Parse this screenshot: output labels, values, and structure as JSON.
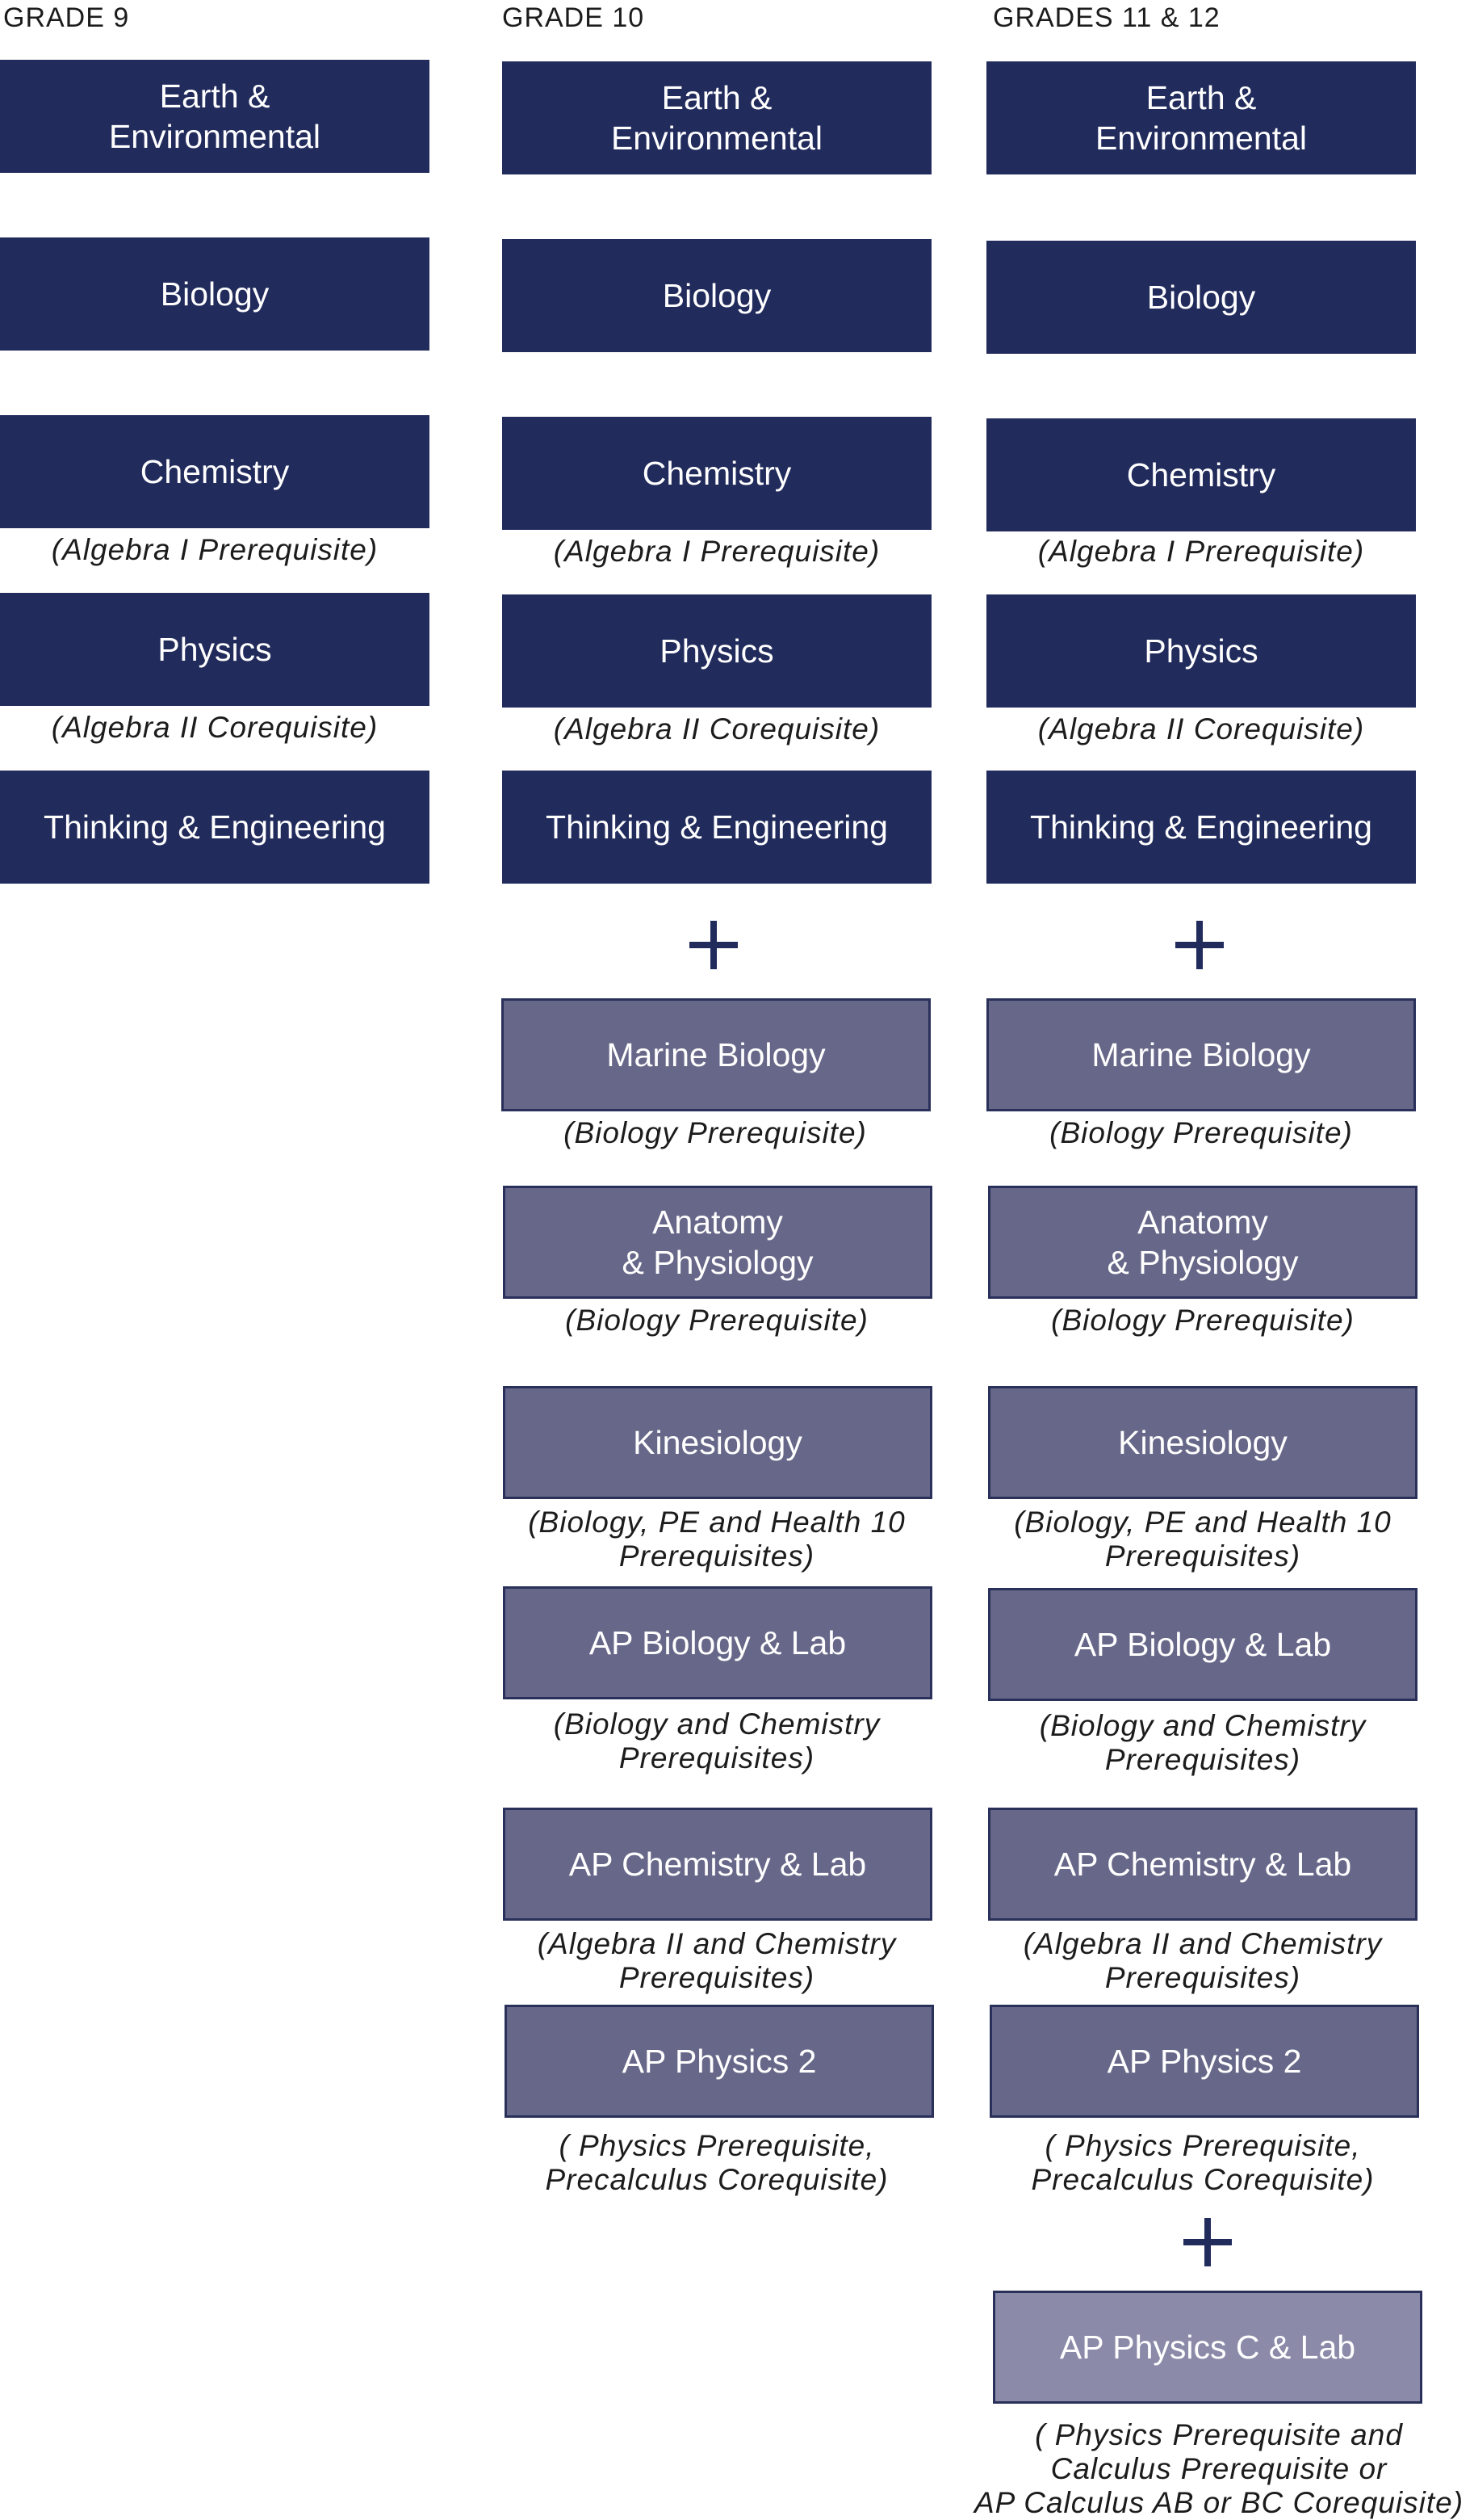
{
  "headers": {
    "g9": "GRADE 9",
    "g10": "GRADE 10",
    "g1112": "GRADES 11 & 12"
  },
  "core": {
    "earth": "Earth &\nEnvironmental",
    "biology": "Biology",
    "chemistry": "Chemistry",
    "physics": "Physics",
    "thinking": "Thinking & Engineering"
  },
  "electives": {
    "marine": "Marine Biology",
    "anatomy": "Anatomy\n& Physiology",
    "kinesiology": "Kinesiology",
    "ap_bio": "AP Biology & Lab",
    "ap_chem": "AP Chemistry & Lab",
    "ap_phys2": "AP Physics 2",
    "ap_physc": "AP Physics C & Lab"
  },
  "notes": {
    "chemistry": "(Algebra I Prerequisite)",
    "physics": "(Algebra II Corequisite)",
    "marine": "(Biology Prerequisite)",
    "anatomy": "(Biology Prerequisite)",
    "kinesiology": "(Biology, PE and Health 10\nPrerequisites)",
    "ap_bio": "(Biology and Chemistry\nPrerequisites)",
    "ap_chem": "(Algebra II and Chemistry\nPrerequisites)",
    "ap_phys2": "( Physics Prerequisite,\nPrecalculus Corequisite)",
    "ap_physc": "( Physics Prerequisite and\nCalculus Prerequisite or\nAP Calculus AB or BC Corequisite)"
  }
}
